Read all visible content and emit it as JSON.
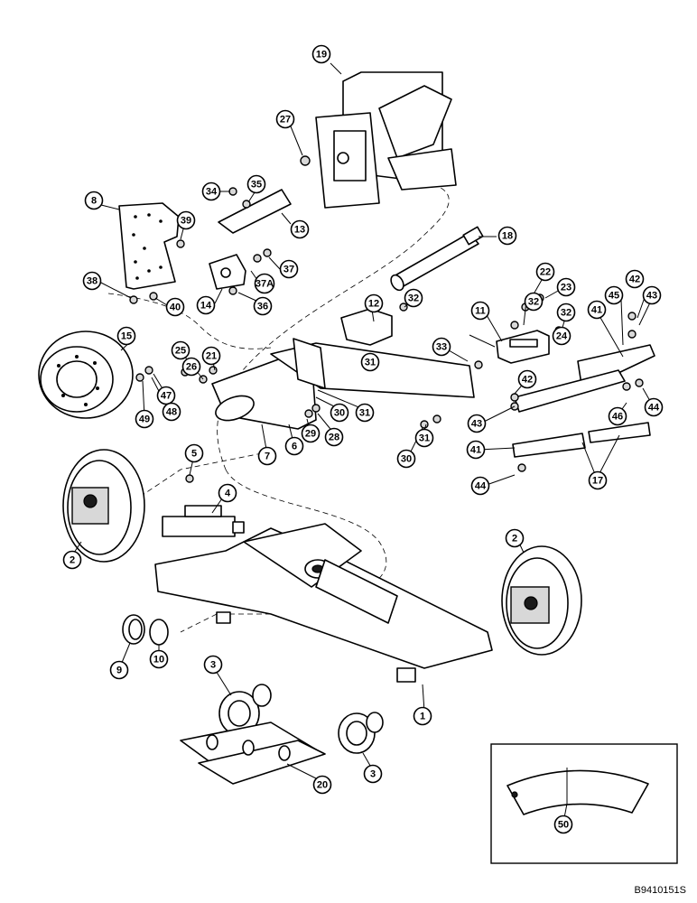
{
  "drawing_code": "B9410151S",
  "callouts": [
    {
      "label": "19"
    },
    {
      "label": "27"
    },
    {
      "label": "8"
    },
    {
      "label": "34"
    },
    {
      "label": "35"
    },
    {
      "label": "39"
    },
    {
      "label": "13"
    },
    {
      "label": "18"
    },
    {
      "label": "37"
    },
    {
      "label": "37A"
    },
    {
      "label": "38"
    },
    {
      "label": "40"
    },
    {
      "label": "14"
    },
    {
      "label": "36"
    },
    {
      "label": "22"
    },
    {
      "label": "23"
    },
    {
      "label": "42"
    },
    {
      "label": "45"
    },
    {
      "label": "43"
    },
    {
      "label": "12"
    },
    {
      "label": "32"
    },
    {
      "label": "11"
    },
    {
      "label": "32"
    },
    {
      "label": "32"
    },
    {
      "label": "41"
    },
    {
      "label": "15"
    },
    {
      "label": "25"
    },
    {
      "label": "21"
    },
    {
      "label": "26"
    },
    {
      "label": "31"
    },
    {
      "label": "33"
    },
    {
      "label": "24"
    },
    {
      "label": "47"
    },
    {
      "label": "48"
    },
    {
      "label": "49"
    },
    {
      "label": "30"
    },
    {
      "label": "31"
    },
    {
      "label": "42"
    },
    {
      "label": "44"
    },
    {
      "label": "46"
    },
    {
      "label": "29"
    },
    {
      "label": "28"
    },
    {
      "label": "7"
    },
    {
      "label": "6"
    },
    {
      "label": "43"
    },
    {
      "label": "31"
    },
    {
      "label": "41"
    },
    {
      "label": "30"
    },
    {
      "label": "5"
    },
    {
      "label": "17"
    },
    {
      "label": "44"
    },
    {
      "label": "4"
    },
    {
      "label": "2"
    },
    {
      "label": "2"
    },
    {
      "label": "9"
    },
    {
      "label": "10"
    },
    {
      "label": "3"
    },
    {
      "label": "1"
    },
    {
      "label": "3"
    },
    {
      "label": "20"
    },
    {
      "label": "50"
    }
  ]
}
